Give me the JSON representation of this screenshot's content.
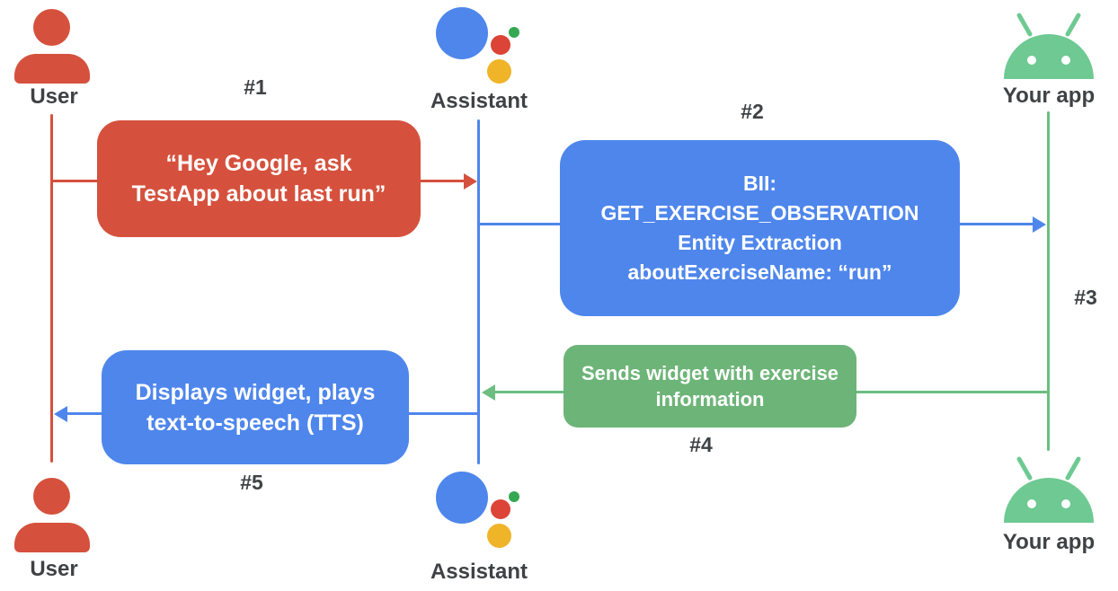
{
  "title": "Assistant App Action sequence diagram",
  "actors": {
    "user_top": "User",
    "assistant_top": "Assistant",
    "app_top": "Your app",
    "user_bottom": "User",
    "assistant_bottom": "Assistant",
    "app_bottom": "Your app"
  },
  "step_labels": {
    "s1": "#1",
    "s2": "#2",
    "s3": "#3",
    "s4": "#4",
    "s5": "#5"
  },
  "messages": {
    "user_query": {
      "step": "#1",
      "from": "User",
      "to": "Assistant",
      "lines": [
        "“Hey Google, ask",
        "TestApp about last run”"
      ]
    },
    "bii": {
      "step": "#2",
      "from": "Assistant",
      "to": "Your app",
      "lines": [
        "BII:",
        "GET_EXERCISE_OBSERVATION",
        "Entity Extraction",
        "aboutExerciseName: “run”"
      ]
    },
    "widget": {
      "step": "#4",
      "from": "Your app",
      "to": "Assistant",
      "lines": [
        "Sends widget with exercise",
        "information"
      ]
    },
    "tts": {
      "step": "#5",
      "from": "Assistant",
      "to": "User",
      "lines": [
        "Displays widget, plays",
        "text-to-speech (TTS)"
      ]
    }
  },
  "colors": {
    "user_red": "#d5513d",
    "assistant_blue": "#4e86ec",
    "message_green": "#6db478",
    "line_green": "#6cbe80",
    "android_green": "#6ec992",
    "logo_red": "#db4437",
    "logo_green": "#34a853",
    "logo_yellow": "#f0b429",
    "label_gray": "#3f4245"
  }
}
